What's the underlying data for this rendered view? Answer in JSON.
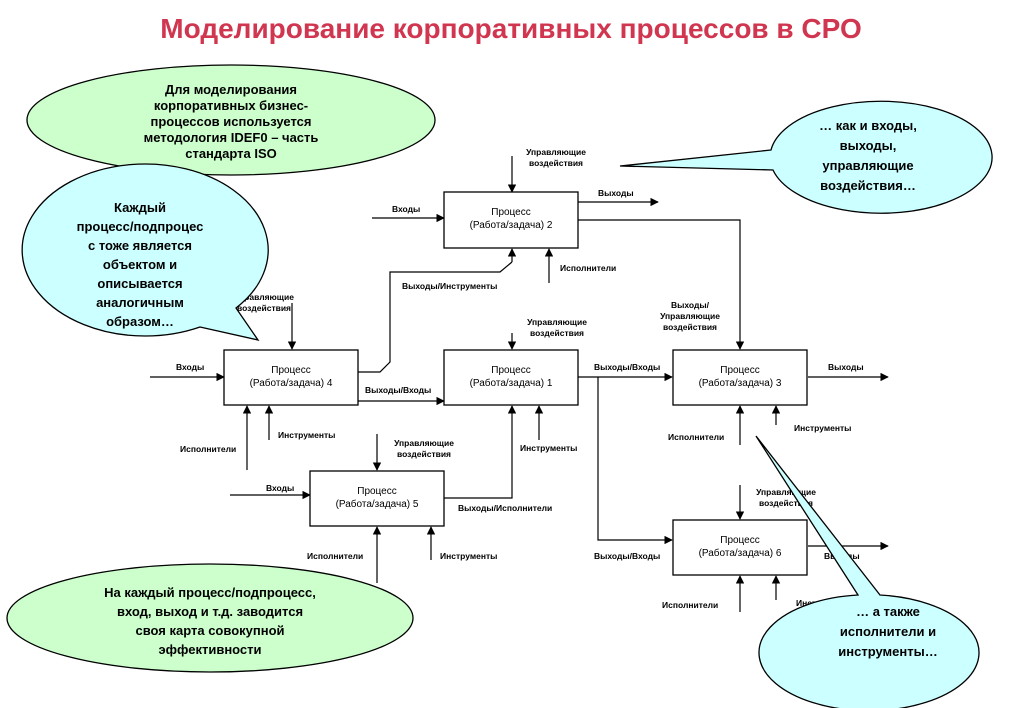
{
  "title": "Моделирование корпоративных процессов в СРО",
  "boxes": {
    "p1": [
      "Процесс",
      "(Работа/задача) 1"
    ],
    "p2": [
      "Процесс",
      "(Работа/задача) 2"
    ],
    "p3": [
      "Процесс",
      "(Работа/задача) 3"
    ],
    "p4": [
      "Процесс",
      "(Работа/задача) 4"
    ],
    "p5": [
      "Процесс",
      "(Работа/задача) 5"
    ],
    "p6": [
      "Процесс",
      "(Работа/задача) 6"
    ]
  },
  "labels": {
    "p2_control": [
      "Управляющие",
      "воздействия"
    ],
    "p2_inputs": "Входы",
    "p2_outputs": "Выходы",
    "p2_performers": "Исполнители",
    "outputs_tools": "Выходы/Инструменты",
    "p4_control": [
      "Управляющие",
      "воздействия"
    ],
    "p4_inputs": "Входы",
    "p4_performers": "Исполнители",
    "p4_tools": "Инструменты",
    "p4_to_p1": "Выходы/Входы",
    "p1_control": [
      "Управляющие",
      "воздействия"
    ],
    "p1_tools": "Инструменты",
    "p1_to_p3": "Выходы/Входы",
    "p3_control": [
      "Выходы/",
      "Управляющие",
      "воздействия"
    ],
    "p3_outputs": "Выходы",
    "p3_performers": "Исполнители",
    "p3_tools": "Инструменты",
    "p5_control": [
      "Управляющие",
      "воздействия"
    ],
    "p5_inputs": "Входы",
    "p5_performers": "Исполнители",
    "p5_tools": "Инструменты",
    "p5_outputs": "Выходы/Исполнители",
    "p6_control": [
      "Управляющие",
      "воздействия"
    ],
    "p6_inputs": "Выходы/Входы",
    "p6_outputs": "Выходы",
    "p6_performers": "Исполнители",
    "p6_tools": "Инструменты"
  },
  "callouts": {
    "top_left": [
      "Для моделирования",
      "корпоративных бизнес-",
      "процессов используется",
      "методология IDEF0 – часть",
      "стандарта ISO"
    ],
    "left": [
      "Каждый",
      "процесс/подпроцес",
      "с тоже является",
      "объектом и",
      "описывается",
      "аналогичным",
      "образом…"
    ],
    "top_right": [
      "… как и входы,",
      "выходы,",
      "управляющие",
      "воздействия…"
    ],
    "bottom_left": [
      "На каждый процесс/подпроцесс,",
      "вход, выход и т.д.  заводится",
      "своя карта совокупной",
      "эффективности"
    ],
    "bottom_right": [
      "… а также",
      "исполнители и",
      "инструменты…"
    ]
  },
  "colors": {
    "title": "#d0364f",
    "green_callout": "#ccffcc",
    "blue_callout": "#ccffff"
  }
}
